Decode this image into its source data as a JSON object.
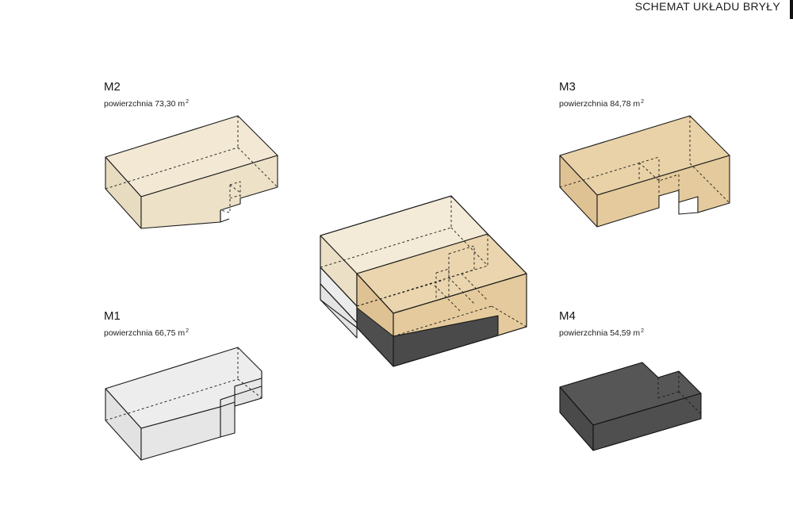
{
  "header": {
    "title": "SCHEMAT UKŁADU BRYŁY"
  },
  "modules": [
    {
      "id": "m2",
      "name": "M2",
      "area_text": "powierzchnia 73,30 m",
      "area_unit_exp": "2",
      "area_m2": 73.3,
      "color": "#efe4cc"
    },
    {
      "id": "m3",
      "name": "M3",
      "area_text": "powierzchnia 84,78 m",
      "area_unit_exp": "2",
      "area_m2": 84.78,
      "color": "#e6cda0"
    },
    {
      "id": "m1",
      "name": "M1",
      "area_text": "powierzchnia 66,75 m",
      "area_unit_exp": "2",
      "area_m2": 66.75,
      "color": "#e8e8e8"
    },
    {
      "id": "m4",
      "name": "M4",
      "area_text": "powierzchnia 54,59 m",
      "area_unit_exp": "2",
      "area_m2": 54.59,
      "color": "#505050"
    }
  ],
  "colors": {
    "outline": "#1a1a1a",
    "m2_fill": "#efe4cc",
    "m3_fill": "#e6cda0",
    "m1_fill": "#e8e8e8",
    "m4_fill": "#505050"
  }
}
